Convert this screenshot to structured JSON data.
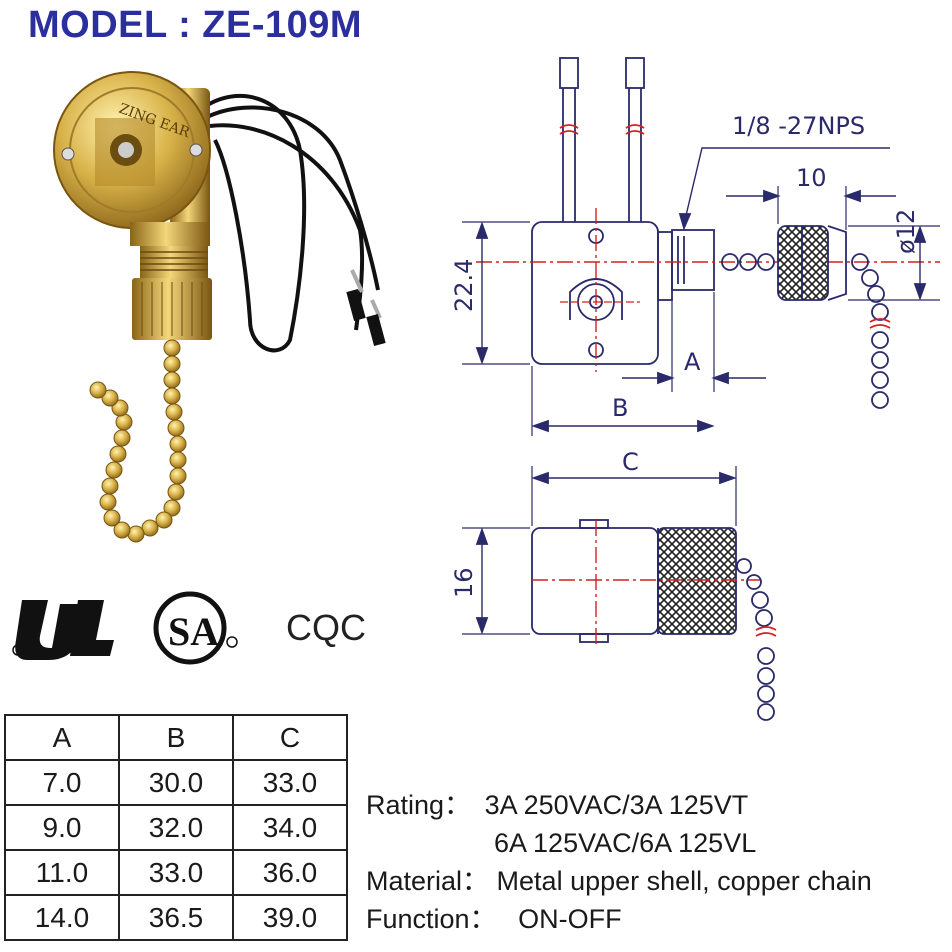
{
  "title": "MODEL : ZE-109M",
  "drawing": {
    "thread_label": "1/8 -27NPS",
    "dim_10": "10",
    "dim_dia12": "ø12",
    "dim_22_4": "22.4",
    "dim_a": "A",
    "dim_b": "B",
    "dim_c": "C",
    "dim_16": "16",
    "brand_text": "ZING EAR"
  },
  "certifications": {
    "ul": "UL",
    "csa": "SA",
    "cqc": "CQC"
  },
  "table": {
    "headers": [
      "A",
      "B",
      "C"
    ],
    "rows": [
      [
        "7.0",
        "30.0",
        "33.0"
      ],
      [
        "9.0",
        "32.0",
        "34.0"
      ],
      [
        "11.0",
        "33.0",
        "36.0"
      ],
      [
        "14.0",
        "36.5",
        "39.0"
      ]
    ]
  },
  "specs": {
    "rating_label": "Rating：",
    "rating_line1": "3A 250VAC/3A 125VT",
    "rating_line2": "6A 125VAC/6A 125VL",
    "material_label": "Material：",
    "material_value": "Metal upper shell, copper chain",
    "function_label": "Function：",
    "function_value": "ON-OFF"
  },
  "colors": {
    "title": "#2b2f9e",
    "brass": "#c9a23a",
    "line": "#2a2a6a",
    "center_line": "#d42020"
  }
}
